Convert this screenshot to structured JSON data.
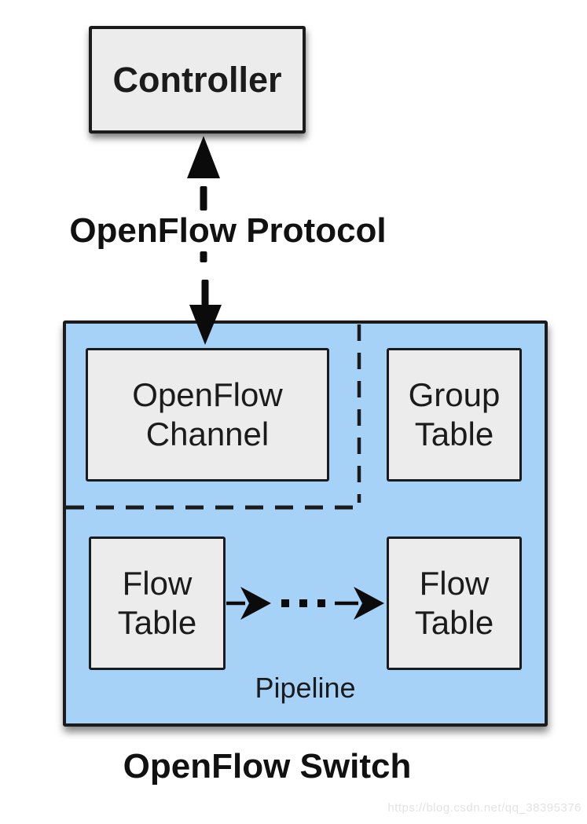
{
  "diagram": {
    "controller": {
      "label": "Controller"
    },
    "protocol_label": "OpenFlow Protocol",
    "switch": {
      "channel_label": "OpenFlow Channel",
      "group_table_label": "Group Table",
      "flow_table_1_label": "Flow Table",
      "flow_table_2_label": "Flow Table",
      "pipeline_label": "Pipeline"
    },
    "switch_label": "OpenFlow Switch",
    "watermark": "https://blog.csdn.net/qq_38395376",
    "colors": {
      "switch_fill": "#a7d2f7",
      "node_fill": "#ececec",
      "line": "#1b1b1b"
    }
  }
}
